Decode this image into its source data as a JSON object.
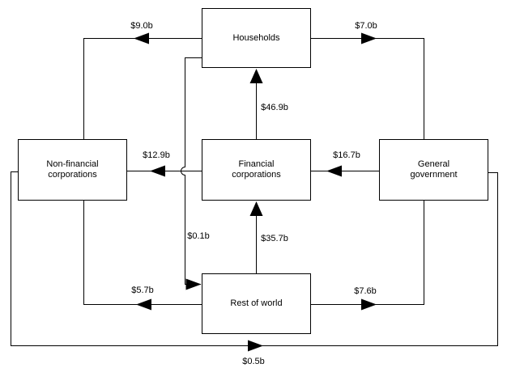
{
  "diagram": {
    "type": "sector-flow-diagram",
    "background_color": "#ffffff",
    "line_color": "#000000",
    "nodes": {
      "households": {
        "lines": [
          "Households"
        ]
      },
      "non_financial_corporations": {
        "lines": [
          "Non-financial",
          "corporations"
        ]
      },
      "financial_corporations": {
        "lines": [
          "Financial",
          "corporations"
        ]
      },
      "general_government": {
        "lines": [
          "General",
          "government"
        ]
      },
      "rest_of_world": {
        "lines": [
          "Rest of world"
        ]
      }
    },
    "flows": [
      {
        "label": "$9.0b",
        "from": "Households",
        "to": "Non-financial corporations"
      },
      {
        "label": "$7.0b",
        "from": "Households",
        "to": "General government"
      },
      {
        "label": "$46.9b",
        "from": "Financial corporations",
        "to": "Households"
      },
      {
        "label": "$12.9b",
        "from": "Financial corporations",
        "to": "Non-financial corporations"
      },
      {
        "label": "$16.7b",
        "from": "General government",
        "to": "Financial corporations"
      },
      {
        "label": "$0.1b",
        "from": "Households",
        "to": "Rest of world"
      },
      {
        "label": "$35.7b",
        "from": "Rest of world",
        "to": "Financial corporations"
      },
      {
        "label": "$5.7b",
        "from": "Rest of world",
        "to": "Non-financial corporations"
      },
      {
        "label": "$7.6b",
        "from": "Rest of world",
        "to": "General government"
      },
      {
        "label": "$0.5b",
        "from": "Non-financial corporations",
        "to": "General government"
      }
    ]
  }
}
